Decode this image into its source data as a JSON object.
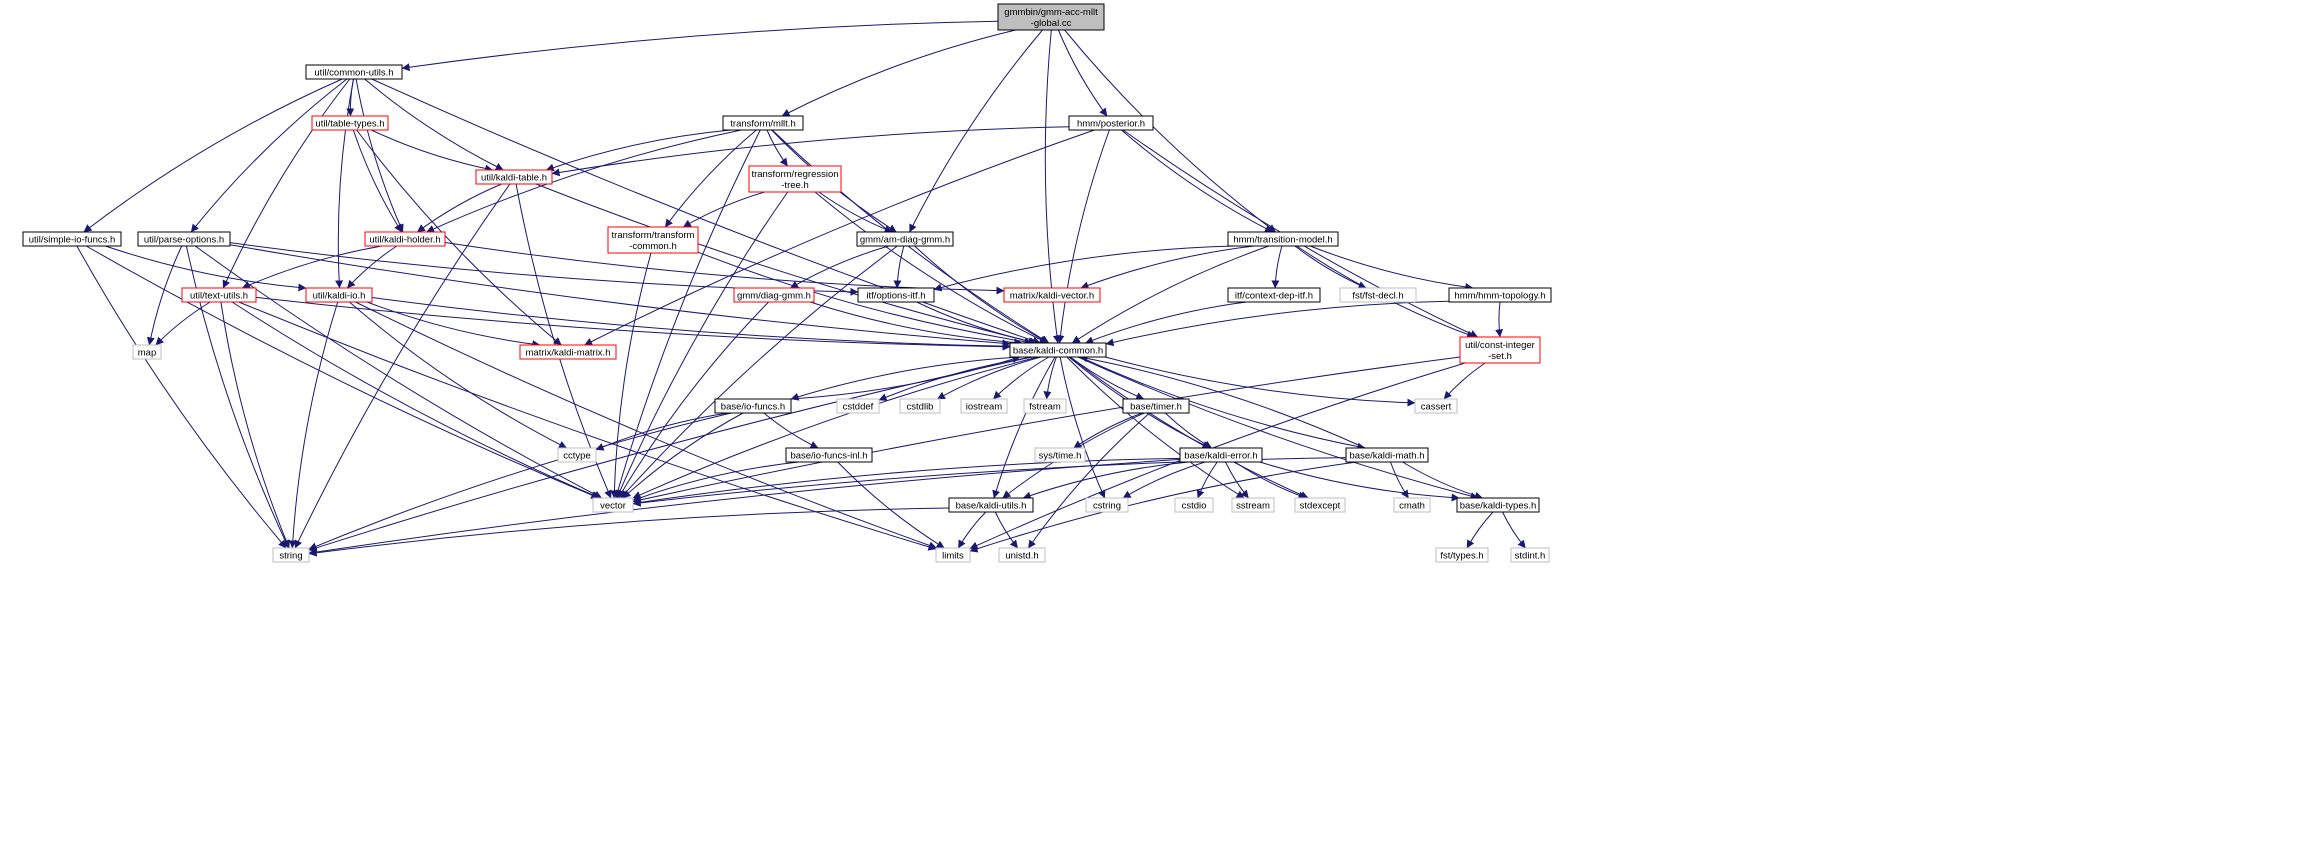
{
  "graph": {
    "colors": {
      "edge": "#191970",
      "root_fill": "#bfbfbf",
      "local_border": "#000000",
      "truncated_border": "#ff0000",
      "system_border": "#bfbfbf",
      "node_fill": "#ffffff"
    },
    "nodes": [
      {
        "id": "root",
        "lines": [
          "gmmbin/gmm-acc-mllt",
          "-global.cc"
        ],
        "kind": "root"
      },
      {
        "id": "common_utils",
        "lines": [
          "util/common-utils.h"
        ],
        "kind": "local"
      },
      {
        "id": "mllt",
        "lines": [
          "transform/mllt.h"
        ],
        "kind": "local"
      },
      {
        "id": "posterior",
        "lines": [
          "hmm/posterior.h"
        ],
        "kind": "local"
      },
      {
        "id": "table_types",
        "lines": [
          "util/table-types.h"
        ],
        "kind": "truncated"
      },
      {
        "id": "kaldi_table",
        "lines": [
          "util/kaldi-table.h"
        ],
        "kind": "truncated"
      },
      {
        "id": "regression_tree",
        "lines": [
          "transform/regression",
          "-tree.h"
        ],
        "kind": "truncated"
      },
      {
        "id": "simple_io",
        "lines": [
          "util/simple-io-funcs.h"
        ],
        "kind": "local"
      },
      {
        "id": "parse_options",
        "lines": [
          "util/parse-options.h"
        ],
        "kind": "local"
      },
      {
        "id": "kaldi_holder",
        "lines": [
          "util/kaldi-holder.h"
        ],
        "kind": "truncated"
      },
      {
        "id": "transform_common",
        "lines": [
          "transform/transform",
          "-common.h"
        ],
        "kind": "truncated"
      },
      {
        "id": "am_diag_gmm",
        "lines": [
          "gmm/am-diag-gmm.h"
        ],
        "kind": "local"
      },
      {
        "id": "transition_model",
        "lines": [
          "hmm/transition-model.h"
        ],
        "kind": "local"
      },
      {
        "id": "text_utils",
        "lines": [
          "util/text-utils.h"
        ],
        "kind": "truncated"
      },
      {
        "id": "kaldi_io",
        "lines": [
          "util/kaldi-io.h"
        ],
        "kind": "truncated"
      },
      {
        "id": "diag_gmm",
        "lines": [
          "gmm/diag-gmm.h"
        ],
        "kind": "truncated"
      },
      {
        "id": "options_itf",
        "lines": [
          "itf/options-itf.h"
        ],
        "kind": "local"
      },
      {
        "id": "kaldi_vector",
        "lines": [
          "matrix/kaldi-vector.h"
        ],
        "kind": "truncated"
      },
      {
        "id": "context_dep_itf",
        "lines": [
          "itf/context-dep-itf.h"
        ],
        "kind": "local"
      },
      {
        "id": "fst_decl",
        "lines": [
          "fst/fst-decl.h"
        ],
        "kind": "system"
      },
      {
        "id": "hmm_topology",
        "lines": [
          "hmm/hmm-topology.h"
        ],
        "kind": "local"
      },
      {
        "id": "map",
        "lines": [
          "map"
        ],
        "kind": "system"
      },
      {
        "id": "kaldi_matrix",
        "lines": [
          "matrix/kaldi-matrix.h"
        ],
        "kind": "truncated"
      },
      {
        "id": "kaldi_common",
        "lines": [
          "base/kaldi-common.h"
        ],
        "kind": "local"
      },
      {
        "id": "const_integer_set",
        "lines": [
          "util/const-integer",
          "-set.h"
        ],
        "kind": "truncated"
      },
      {
        "id": "io_funcs",
        "lines": [
          "base/io-funcs.h"
        ],
        "kind": "local"
      },
      {
        "id": "cstddef",
        "lines": [
          "cstddef"
        ],
        "kind": "system"
      },
      {
        "id": "cstdlib",
        "lines": [
          "cstdlib"
        ],
        "kind": "system"
      },
      {
        "id": "iostream",
        "lines": [
          "iostream"
        ],
        "kind": "system"
      },
      {
        "id": "fstream",
        "lines": [
          "fstream"
        ],
        "kind": "system"
      },
      {
        "id": "timer",
        "lines": [
          "base/timer.h"
        ],
        "kind": "local"
      },
      {
        "id": "cassert",
        "lines": [
          "cassert"
        ],
        "kind": "system"
      },
      {
        "id": "cctype",
        "lines": [
          "cctype"
        ],
        "kind": "system"
      },
      {
        "id": "io_funcs_inl",
        "lines": [
          "base/io-funcs-inl.h"
        ],
        "kind": "local"
      },
      {
        "id": "sys_time",
        "lines": [
          "sys/time.h"
        ],
        "kind": "system"
      },
      {
        "id": "kaldi_error",
        "lines": [
          "base/kaldi-error.h"
        ],
        "kind": "local"
      },
      {
        "id": "kaldi_math",
        "lines": [
          "base/kaldi-math.h"
        ],
        "kind": "local"
      },
      {
        "id": "vector",
        "lines": [
          "vector"
        ],
        "kind": "system"
      },
      {
        "id": "kaldi_utils",
        "lines": [
          "base/kaldi-utils.h"
        ],
        "kind": "local"
      },
      {
        "id": "cstring",
        "lines": [
          "cstring"
        ],
        "kind": "system"
      },
      {
        "id": "cstdio",
        "lines": [
          "cstdio"
        ],
        "kind": "system"
      },
      {
        "id": "sstream",
        "lines": [
          "sstream"
        ],
        "kind": "system"
      },
      {
        "id": "stdexcept",
        "lines": [
          "stdexcept"
        ],
        "kind": "system"
      },
      {
        "id": "cmath",
        "lines": [
          "cmath"
        ],
        "kind": "system"
      },
      {
        "id": "kaldi_types",
        "lines": [
          "base/kaldi-types.h"
        ],
        "kind": "local"
      },
      {
        "id": "string",
        "lines": [
          "string"
        ],
        "kind": "system"
      },
      {
        "id": "limits",
        "lines": [
          "limits"
        ],
        "kind": "system"
      },
      {
        "id": "unistd",
        "lines": [
          "unistd.h"
        ],
        "kind": "system"
      },
      {
        "id": "fst_types",
        "lines": [
          "fst/types.h"
        ],
        "kind": "system"
      },
      {
        "id": "stdint",
        "lines": [
          "stdint.h"
        ],
        "kind": "system"
      }
    ],
    "edges": [
      [
        "root",
        "common_utils"
      ],
      [
        "root",
        "mllt"
      ],
      [
        "root",
        "am_diag_gmm"
      ],
      [
        "root",
        "posterior"
      ],
      [
        "root",
        "transition_model"
      ],
      [
        "root",
        "kaldi_common"
      ],
      [
        "common_utils",
        "table_types"
      ],
      [
        "common_utils",
        "kaldi_table"
      ],
      [
        "common_utils",
        "kaldi_holder"
      ],
      [
        "common_utils",
        "simple_io"
      ],
      [
        "common_utils",
        "parse_options"
      ],
      [
        "common_utils",
        "text_utils"
      ],
      [
        "common_utils",
        "kaldi_io"
      ],
      [
        "common_utils",
        "kaldi_common"
      ],
      [
        "table_types",
        "kaldi_table"
      ],
      [
        "table_types",
        "kaldi_holder"
      ],
      [
        "table_types",
        "kaldi_matrix"
      ],
      [
        "kaldi_table",
        "kaldi_holder"
      ],
      [
        "kaldi_table",
        "kaldi_common"
      ],
      [
        "kaldi_table",
        "string"
      ],
      [
        "kaldi_table",
        "vector"
      ],
      [
        "mllt",
        "kaldi_table"
      ],
      [
        "mllt",
        "kaldi_holder"
      ],
      [
        "mllt",
        "regression_tree"
      ],
      [
        "mllt",
        "transform_common"
      ],
      [
        "mllt",
        "am_diag_gmm"
      ],
      [
        "mllt",
        "kaldi_common"
      ],
      [
        "mllt",
        "vector"
      ],
      [
        "posterior",
        "kaldi_table"
      ],
      [
        "posterior",
        "transition_model"
      ],
      [
        "posterior",
        "kaldi_common"
      ],
      [
        "posterior",
        "const_integer_set"
      ],
      [
        "posterior",
        "kaldi_matrix"
      ],
      [
        "regression_tree",
        "transform_common"
      ],
      [
        "regression_tree",
        "am_diag_gmm"
      ],
      [
        "regression_tree",
        "kaldi_common"
      ],
      [
        "regression_tree",
        "vector"
      ],
      [
        "simple_io",
        "kaldi_io"
      ],
      [
        "simple_io",
        "string"
      ],
      [
        "simple_io",
        "vector"
      ],
      [
        "parse_options",
        "map"
      ],
      [
        "parse_options",
        "string"
      ],
      [
        "parse_options",
        "vector"
      ],
      [
        "parse_options",
        "options_itf"
      ],
      [
        "parse_options",
        "kaldi_common"
      ],
      [
        "kaldi_holder",
        "kaldi_io"
      ],
      [
        "kaldi_holder",
        "text_utils"
      ],
      [
        "kaldi_holder",
        "kaldi_vector"
      ],
      [
        "transform_common",
        "vector"
      ],
      [
        "transform_common",
        "kaldi_common"
      ],
      [
        "am_diag_gmm",
        "diag_gmm"
      ],
      [
        "am_diag_gmm",
        "options_itf"
      ],
      [
        "am_diag_gmm",
        "kaldi_common"
      ],
      [
        "am_diag_gmm",
        "vector"
      ],
      [
        "transition_model",
        "options_itf"
      ],
      [
        "transition_model",
        "kaldi_vector"
      ],
      [
        "transition_model",
        "context_dep_itf"
      ],
      [
        "transition_model",
        "fst_decl"
      ],
      [
        "transition_model",
        "hmm_topology"
      ],
      [
        "transition_model",
        "const_integer_set"
      ],
      [
        "transition_model",
        "kaldi_common"
      ],
      [
        "text_utils",
        "map"
      ],
      [
        "text_utils",
        "string"
      ],
      [
        "text_utils",
        "vector"
      ],
      [
        "text_utils",
        "limits"
      ],
      [
        "text_utils",
        "kaldi_common"
      ],
      [
        "kaldi_io",
        "kaldi_common"
      ],
      [
        "kaldi_io",
        "kaldi_matrix"
      ],
      [
        "kaldi_io",
        "cctype"
      ],
      [
        "kaldi_io",
        "string"
      ],
      [
        "kaldi_io",
        "limits"
      ],
      [
        "diag_gmm",
        "kaldi_common"
      ],
      [
        "diag_gmm",
        "vector"
      ],
      [
        "options_itf",
        "kaldi_common"
      ],
      [
        "context_dep_itf",
        "kaldi_common"
      ],
      [
        "hmm_topology",
        "kaldi_common"
      ],
      [
        "hmm_topology",
        "const_integer_set"
      ],
      [
        "const_integer_set",
        "cassert"
      ],
      [
        "const_integer_set",
        "vector"
      ],
      [
        "const_integer_set",
        "limits"
      ],
      [
        "kaldi_common",
        "io_funcs"
      ],
      [
        "kaldi_common",
        "cstddef"
      ],
      [
        "kaldi_common",
        "cstdlib"
      ],
      [
        "kaldi_common",
        "iostream"
      ],
      [
        "kaldi_common",
        "fstream"
      ],
      [
        "kaldi_common",
        "timer"
      ],
      [
        "kaldi_common",
        "cassert"
      ],
      [
        "kaldi_common",
        "kaldi_error"
      ],
      [
        "kaldi_common",
        "kaldi_math"
      ],
      [
        "kaldi_common",
        "kaldi_utils"
      ],
      [
        "kaldi_common",
        "vector"
      ],
      [
        "kaldi_common",
        "string"
      ],
      [
        "kaldi_common",
        "cstring"
      ],
      [
        "kaldi_common",
        "sstream"
      ],
      [
        "kaldi_common",
        "stdexcept"
      ],
      [
        "kaldi_common",
        "kaldi_types"
      ],
      [
        "io_funcs",
        "kaldi_common"
      ],
      [
        "io_funcs",
        "cctype"
      ],
      [
        "io_funcs",
        "io_funcs_inl"
      ],
      [
        "io_funcs",
        "vector"
      ],
      [
        "io_funcs",
        "string"
      ],
      [
        "io_funcs_inl",
        "vector"
      ],
      [
        "io_funcs_inl",
        "limits"
      ],
      [
        "timer",
        "sys_time"
      ],
      [
        "timer",
        "kaldi_error"
      ],
      [
        "timer",
        "kaldi_utils"
      ],
      [
        "timer",
        "unistd"
      ],
      [
        "kaldi_error",
        "vector"
      ],
      [
        "kaldi_error",
        "kaldi_utils"
      ],
      [
        "kaldi_error",
        "cstring"
      ],
      [
        "kaldi_error",
        "cstdio"
      ],
      [
        "kaldi_error",
        "sstream"
      ],
      [
        "kaldi_error",
        "stdexcept"
      ],
      [
        "kaldi_error",
        "kaldi_types"
      ],
      [
        "kaldi_error",
        "string"
      ],
      [
        "kaldi_math",
        "kaldi_common"
      ],
      [
        "kaldi_math",
        "vector"
      ],
      [
        "kaldi_math",
        "cmath"
      ],
      [
        "kaldi_math",
        "kaldi_types"
      ],
      [
        "kaldi_math",
        "limits"
      ],
      [
        "kaldi_utils",
        "string"
      ],
      [
        "kaldi_utils",
        "limits"
      ],
      [
        "kaldi_utils",
        "unistd"
      ],
      [
        "kaldi_types",
        "fst_types"
      ],
      [
        "kaldi_types",
        "stdint"
      ]
    ]
  }
}
